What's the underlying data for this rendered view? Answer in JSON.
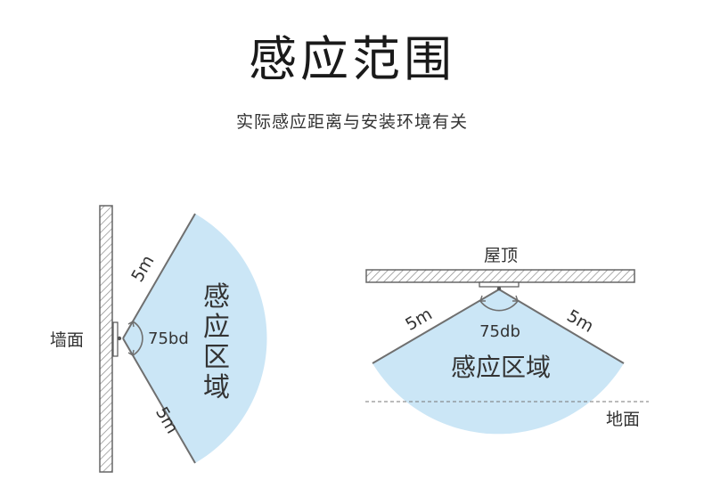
{
  "title": "感应范围",
  "subtitle": "实际感应距离与安装环境有关",
  "colors": {
    "zone_fill": "#cbe6f6",
    "line": "#6f6f6f",
    "hatch": "#888888",
    "text": "#333333"
  },
  "wall_diagram": {
    "wall_label": "墙面",
    "distance_top": "5m",
    "distance_bottom": "5m",
    "angle": "75bd",
    "zone_label_chars": [
      "感",
      "应",
      "区",
      "域"
    ]
  },
  "ceiling_diagram": {
    "ceiling_label": "屋顶",
    "floor_label": "地面",
    "distance_left": "5m",
    "distance_right": "5m",
    "angle": "75db",
    "zone_label": "感应区域"
  }
}
